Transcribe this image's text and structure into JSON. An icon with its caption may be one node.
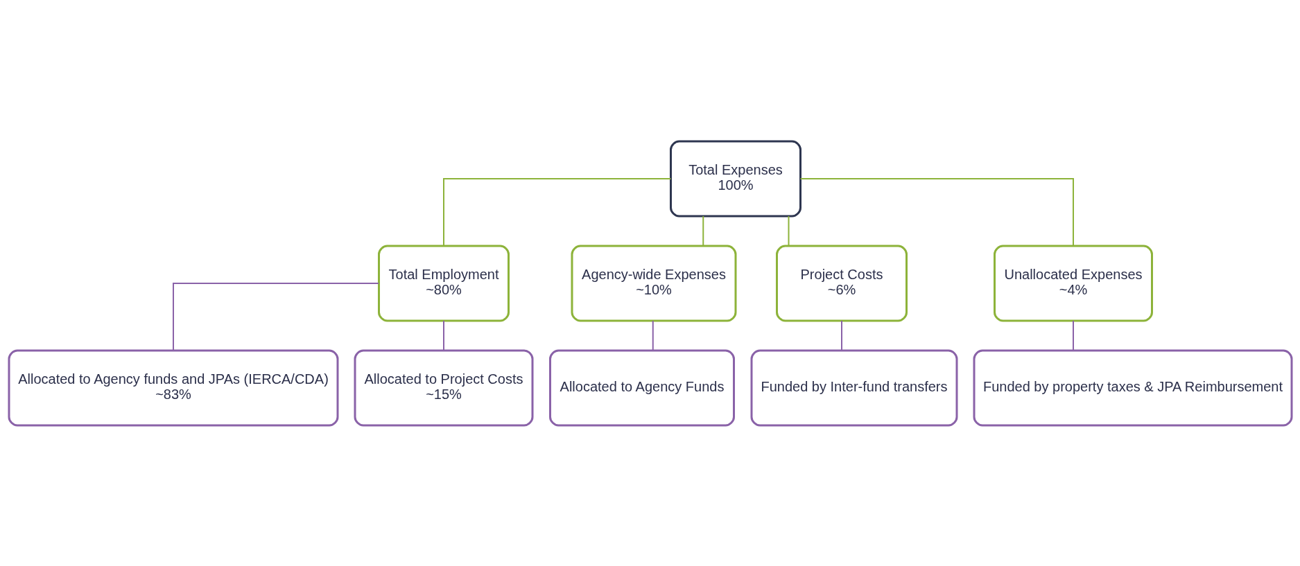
{
  "diagram": {
    "nodes": [
      {
        "text": [
          "Total Expenses",
          "100%"
        ]
      },
      {
        "text": [
          "Total Employment",
          "~80%"
        ]
      },
      {
        "text": [
          "Agency-wide Expenses",
          "~10%"
        ]
      },
      {
        "text": [
          "Project Costs",
          "~6%"
        ]
      },
      {
        "text": [
          "Unallocated Expenses",
          "~4%"
        ]
      },
      {
        "text": [
          "Allocated to Agency funds and JPAs (IERCA/CDA)",
          "~83%"
        ]
      },
      {
        "text": [
          "Allocated to Project Costs",
          "~15%"
        ]
      },
      {
        "text": [
          "Allocated to Agency Funds"
        ]
      },
      {
        "text": [
          "Funded by Inter-fund transfers"
        ]
      },
      {
        "text": [
          "Funded by property taxes & JPA Reimbursement"
        ]
      }
    ],
    "edges": [
      {
        "from": 0,
        "to": 1,
        "arrow": "none",
        "color": "#8db33a"
      },
      {
        "from": 0,
        "to": 2,
        "arrow": "none",
        "color": "#8db33a"
      },
      {
        "from": 0,
        "to": 3,
        "arrow": "none",
        "color": "#8db33a"
      },
      {
        "from": 0,
        "to": 4,
        "arrow": "none",
        "color": "#8db33a"
      },
      {
        "from": 1,
        "to": 5,
        "arrow": "none"
      },
      {
        "from": 1,
        "to": 6,
        "arrow": "none"
      },
      {
        "from": 2,
        "to": 7,
        "arrow": "none"
      },
      {
        "from": 3,
        "to": 8,
        "arrow": "none"
      },
      {
        "from": 4,
        "to": 9,
        "arrow": "none"
      }
    ]
  }
}
